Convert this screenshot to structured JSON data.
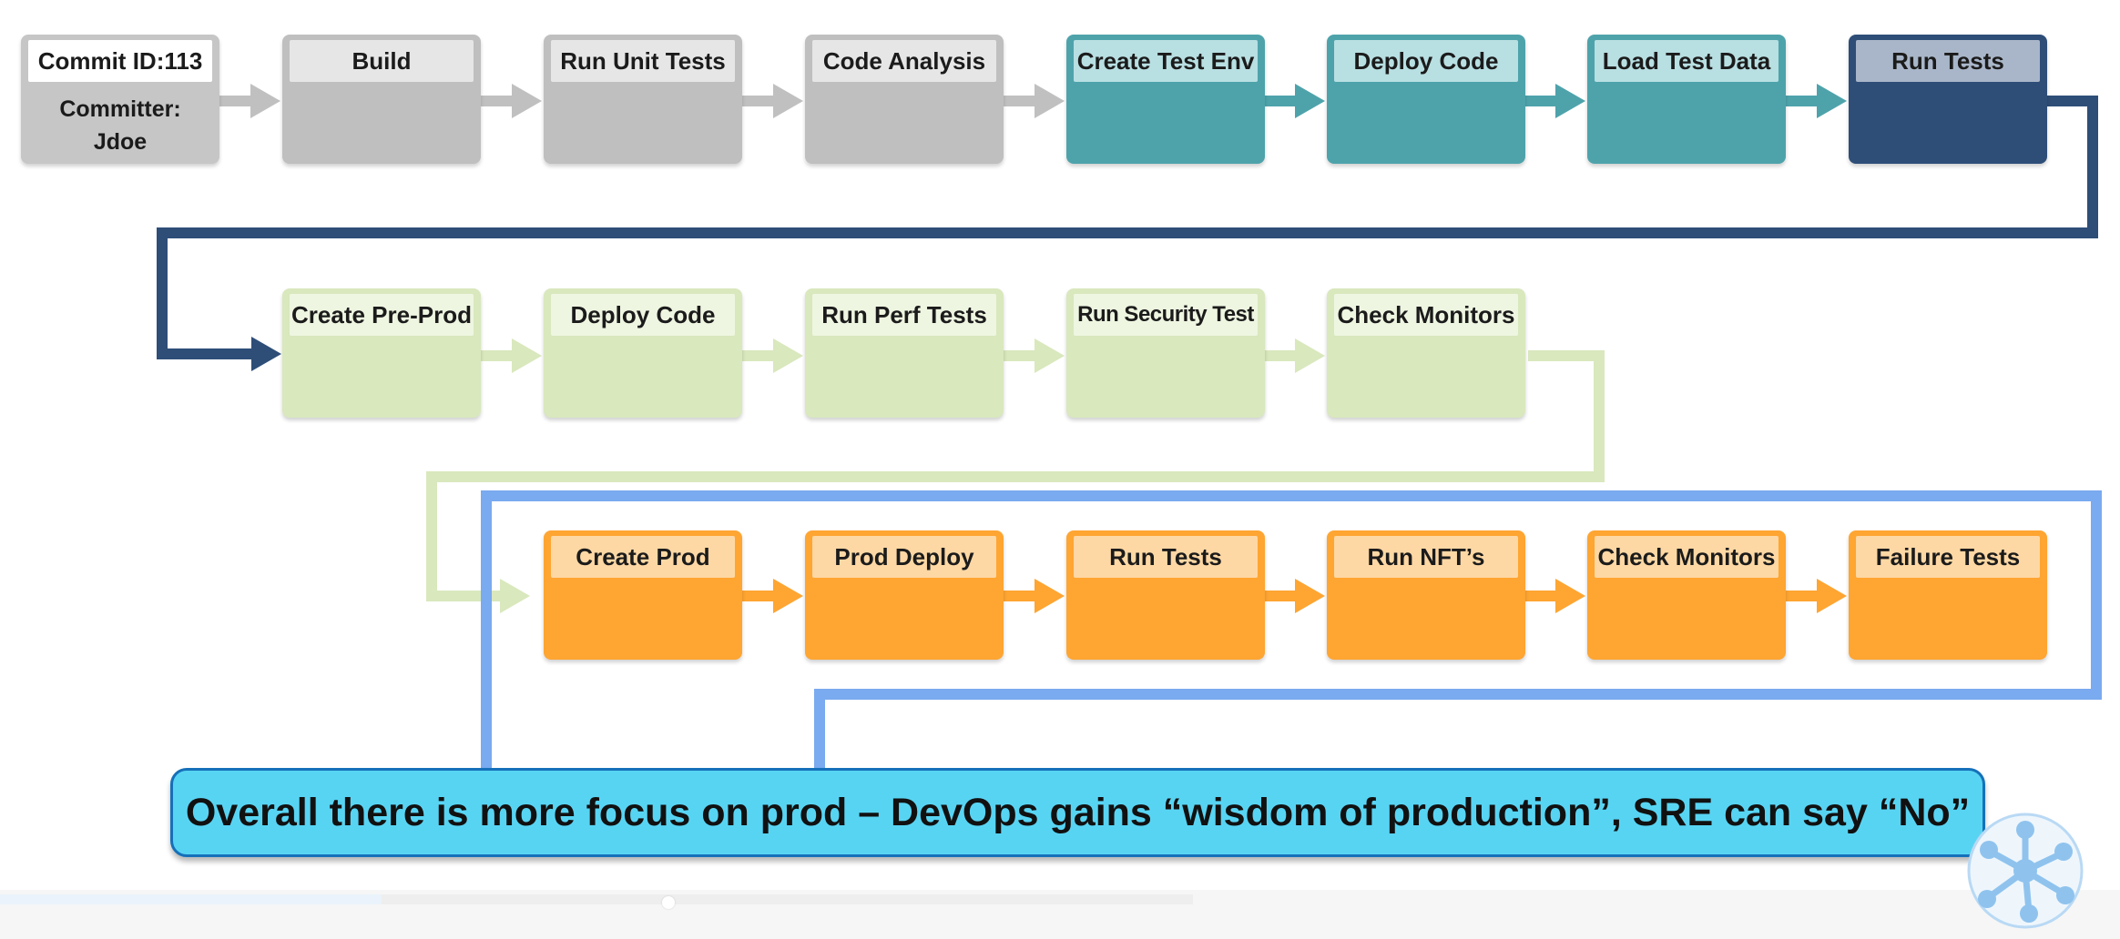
{
  "pipeline": {
    "row1": [
      {
        "name": "stage-commit",
        "label": "Commit ID:113",
        "detail_lines": [
          "Committer:",
          "Jdoe"
        ],
        "color": "first"
      },
      {
        "name": "stage-build",
        "label": "Build",
        "color": "gray"
      },
      {
        "name": "stage-run-unit-tests",
        "label": "Run Unit Tests",
        "color": "gray"
      },
      {
        "name": "stage-code-analysis",
        "label": "Code Analysis",
        "color": "gray"
      },
      {
        "name": "stage-create-test-env",
        "label": "Create Test Env",
        "color": "teal"
      },
      {
        "name": "stage-deploy-code-test",
        "label": "Deploy Code",
        "color": "teal"
      },
      {
        "name": "stage-load-test-data",
        "label": "Load Test Data",
        "color": "teal"
      },
      {
        "name": "stage-run-tests-test",
        "label": "Run Tests",
        "color": "navy"
      }
    ],
    "row2": [
      {
        "name": "stage-create-pre-prod",
        "label": "Create Pre-Prod",
        "color": "lime"
      },
      {
        "name": "stage-deploy-code-preprod",
        "label": "Deploy Code",
        "color": "lime"
      },
      {
        "name": "stage-run-perf-tests",
        "label": "Run Perf Tests",
        "color": "lime"
      },
      {
        "name": "stage-run-security-test",
        "label": "Run Security Test",
        "color": "lime"
      },
      {
        "name": "stage-check-monitors-preprod",
        "label": "Check Monitors",
        "color": "lime"
      }
    ],
    "row3": [
      {
        "name": "stage-create-prod",
        "label": "Create Prod",
        "color": "orange"
      },
      {
        "name": "stage-prod-deploy",
        "label": "Prod Deploy",
        "color": "orange"
      },
      {
        "name": "stage-run-tests-prod",
        "label": "Run Tests",
        "color": "orange"
      },
      {
        "name": "stage-run-nfts",
        "label": "Run NFT’s",
        "color": "orange"
      },
      {
        "name": "stage-check-monitors-prod",
        "label": "Check Monitors",
        "color": "orange"
      },
      {
        "name": "stage-failure-tests",
        "label": "Failure Tests",
        "color": "orange"
      }
    ]
  },
  "callout": {
    "text": "Overall there is more focus on prod – DevOps gains “wisdom of production”, SRE can say “No”"
  },
  "colors": {
    "gray_connector": "#c0c0c0",
    "teal_connector": "#4ea3ab",
    "navy_connector": "#2e4e78",
    "lime_connector": "#d9e8bd",
    "orange_connector": "#fea532",
    "highlight_outline": "#7aaaf0",
    "logo": "#8fc3ee"
  },
  "icons": {
    "logo": "network-node-logo-icon"
  },
  "player": {
    "progress": 0.32
  }
}
